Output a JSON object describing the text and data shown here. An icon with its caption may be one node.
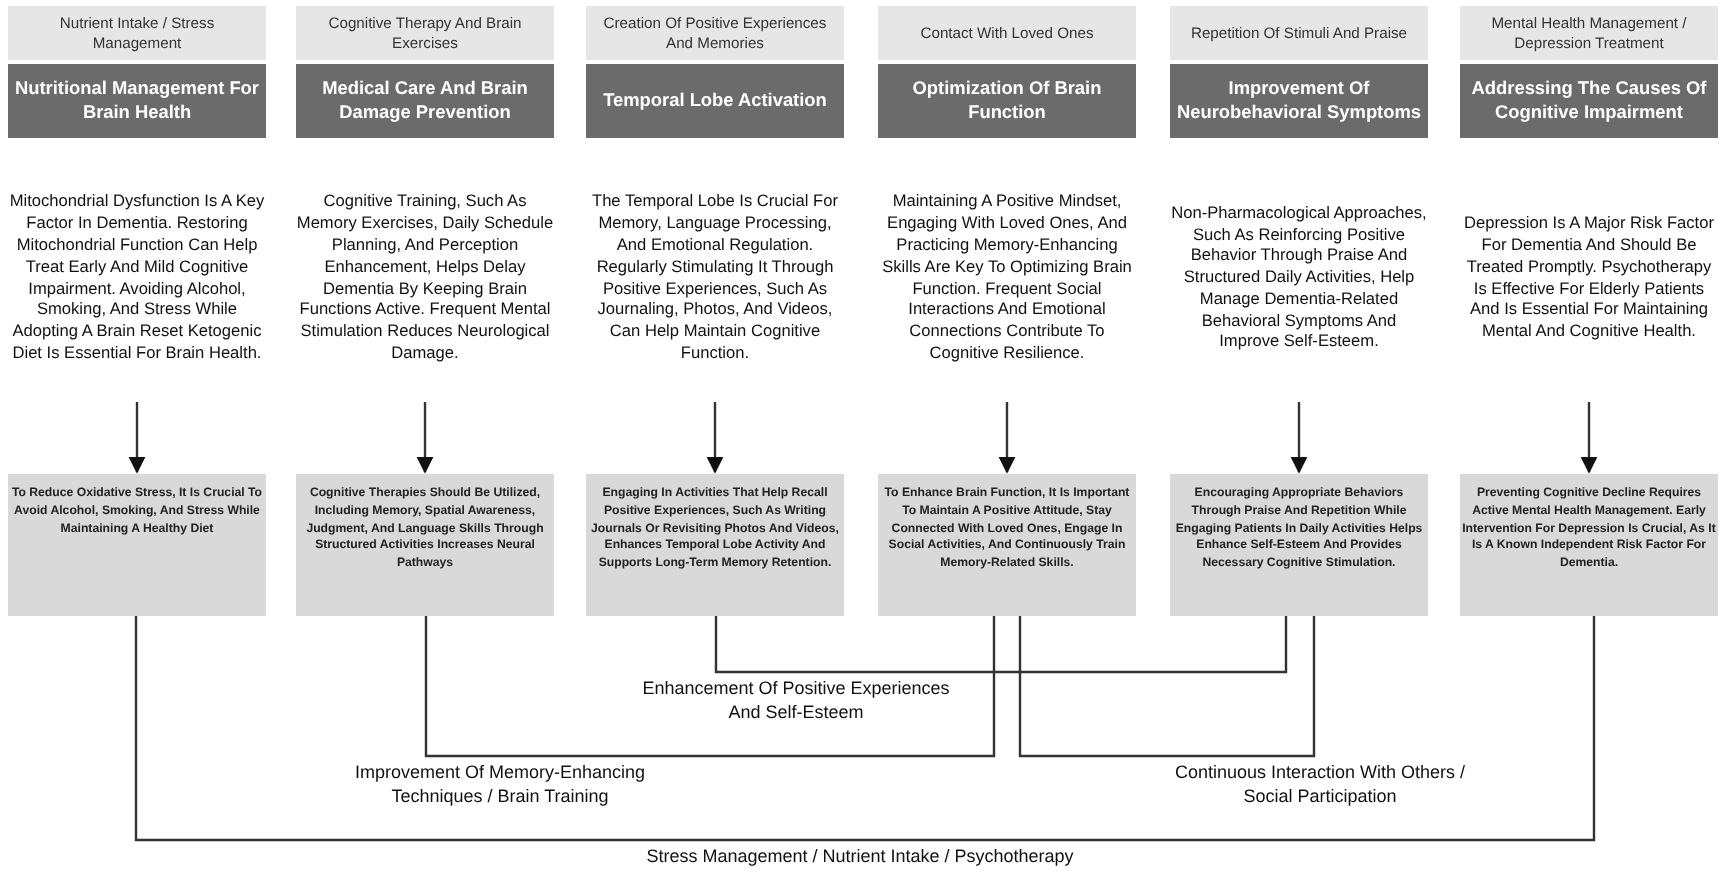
{
  "diagram": {
    "nodes": [
      {
        "text": [
          "Nutrient Intake / Stress Management"
        ]
      },
      {
        "text": [
          "Cognitive Therapy And Brain Exercises"
        ]
      },
      {
        "text": [
          "Creation Of Positive Experiences And Memories"
        ]
      },
      {
        "text": [
          "Contact With Loved Ones"
        ]
      },
      {
        "text": [
          "Repetition Of Stimuli And Praise"
        ]
      },
      {
        "text": [
          "Mental Health Management / Depression Treatment"
        ]
      },
      {
        "text": [
          "Nutritional Management For Brain Health"
        ]
      },
      {
        "text": [
          "Medical Care And Brain Damage Prevention"
        ]
      },
      {
        "text": [
          "Temporal Lobe Activation"
        ]
      },
      {
        "text": [
          "Optimization Of Brain Function"
        ]
      },
      {
        "text": [
          "Improvement Of Neurobehavioral Symptoms"
        ]
      },
      {
        "text": [
          "Addressing The Causes Of Cognitive Impairment"
        ]
      },
      {
        "text": [
          "Mitochondrial Dysfunction Is A Key Factor In Dementia. Restoring Mitochondrial Function Can Help Treat Early And Mild Cognitive Impairment. Avoiding Alcohol, Smoking, And Stress While Adopting A Brain Reset Ketogenic Diet Is Essential For Brain Health."
        ]
      },
      {
        "text": [
          "Cognitive Training, Such As Memory Exercises, Daily Schedule Planning, And Perception Enhancement, Helps Delay Dementia By Keeping Brain Functions Active. Frequent Mental Stimulation Reduces Neurological Damage."
        ]
      },
      {
        "text": [
          "The Temporal Lobe Is Crucial For Memory, Language Processing, And Emotional Regulation. Regularly Stimulating It Through Positive Experiences, Such As Journaling, Photos, And Videos, Can Help Maintain Cognitive Function."
        ]
      },
      {
        "text": [
          "Maintaining A Positive Mindset, Engaging With Loved Ones, And Practicing Memory-Enhancing Skills Are Key To Optimizing Brain Function. Frequent Social Interactions And Emotional Connections Contribute To Cognitive Resilience."
        ]
      },
      {
        "text": [
          "Non-Pharmacological Approaches, Such As Reinforcing Positive Behavior Through Praise And Structured Daily Activities, Help Manage Dementia-Related Behavioral Symptoms And Improve Self-Esteem."
        ]
      },
      {
        "text": [
          "Depression Is A Major Risk Factor For Dementia And Should Be Treated Promptly. Psychotherapy Is Effective For Elderly Patients And Is Essential For Maintaining Mental And Cognitive Health."
        ]
      },
      {
        "text": [
          "To Reduce Oxidative Stress, It Is Crucial To Avoid Alcohol, Smoking, And Stress While Maintaining A Healthy Diet"
        ]
      },
      {
        "text": [
          "Cognitive Therapies Should Be Utilized, Including Memory, Spatial Awareness, Judgment, And Language Skills Through Structured Activities Increases Neural Pathways"
        ]
      },
      {
        "text": [
          "Engaging In Activities That Help Recall Positive Experiences, Such As Writing Journals Or Revisiting Photos And Videos, Enhances Temporal Lobe Activity And Supports Long-Term Memory Retention."
        ]
      },
      {
        "text": [
          "To Enhance Brain Function, It Is Important To Maintain A Positive Attitude, Stay Connected With Loved Ones, Engage In Social Activities, And Continuously Train Memory-Related Skills."
        ]
      },
      {
        "text": [
          "Encouraging Appropriate Behaviors Through Praise And Repetition While Engaging Patients In Daily Activities Helps Enhance Self-Esteem And Provides Necessary Cognitive Stimulation."
        ]
      },
      {
        "text": [
          "Preventing Cognitive Decline Requires Active Mental Health Management. Early Intervention For Depression Is Crucial, As It Is A Known Independent Risk Factor For Dementia."
        ]
      }
    ],
    "edges": [
      {
        "from": 12,
        "to": 18,
        "arrow": "to"
      },
      {
        "from": 13,
        "to": 19,
        "arrow": "to"
      },
      {
        "from": 14,
        "to": 20,
        "arrow": "to"
      },
      {
        "from": 15,
        "to": 21,
        "arrow": "to"
      },
      {
        "from": 16,
        "to": 22,
        "arrow": "to"
      },
      {
        "from": 17,
        "to": 23,
        "arrow": "to"
      },
      {
        "from": 18,
        "to": 23,
        "arrow": "none",
        "label": "Stress Management / Nutrient Intake / Psychotherapy"
      },
      {
        "from": 19,
        "to": 21,
        "arrow": "none",
        "label": "Improvement Of Memory-Enhancing Techniques / Brain Training"
      },
      {
        "from": 20,
        "to": 22,
        "arrow": "none",
        "label": "Enhancement Of Positive Experiences And Self-Esteem"
      },
      {
        "from": 21,
        "to": 22,
        "arrow": "none",
        "label": "Continuous Interaction With Others / Social Participation"
      }
    ]
  }
}
